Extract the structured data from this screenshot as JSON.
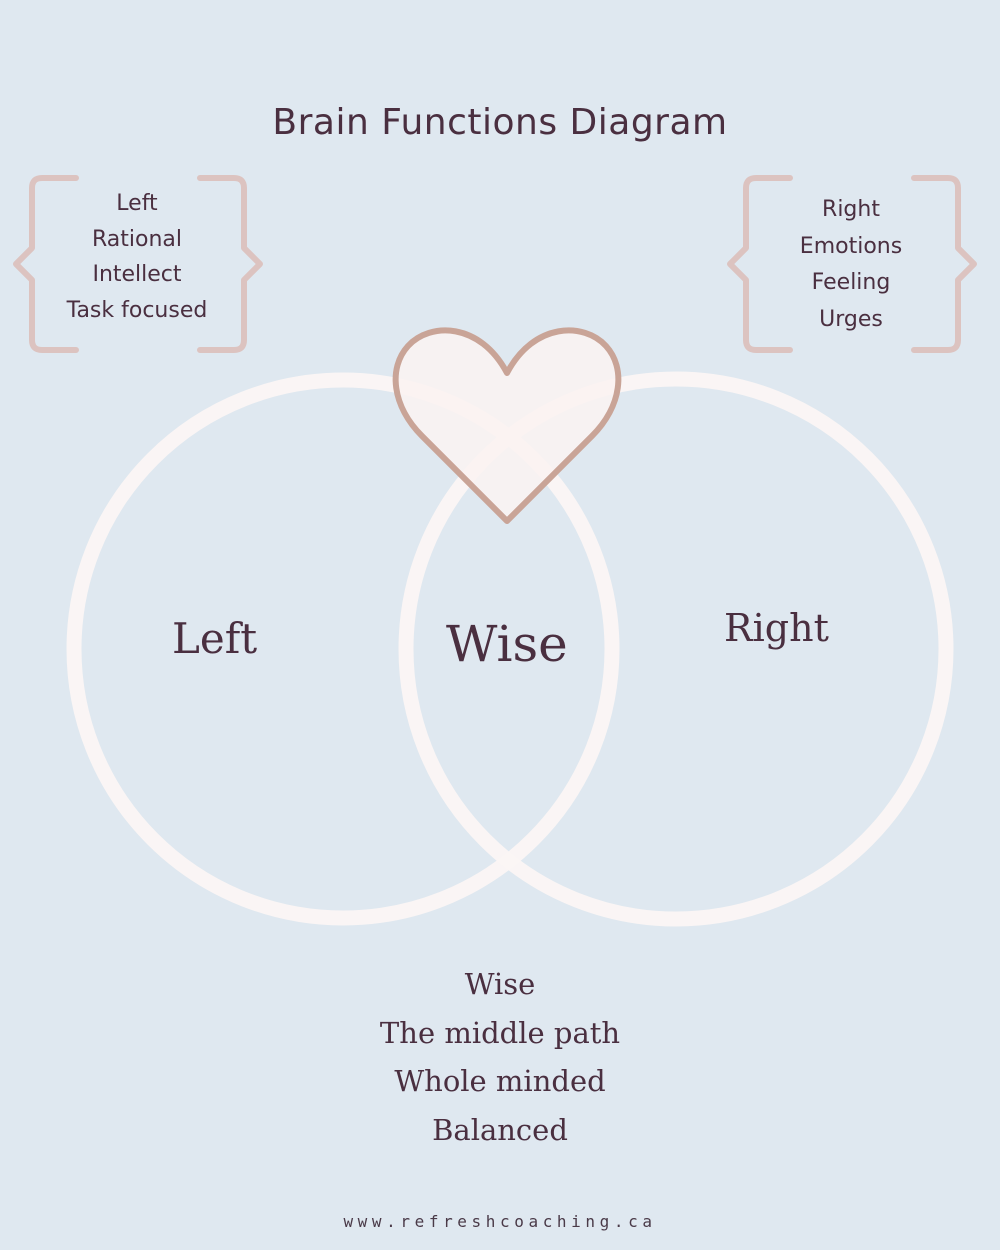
{
  "title": "Brain Functions Diagram",
  "left_list": {
    "items": [
      "Left",
      "Rational",
      "Intellect",
      "Task focused"
    ]
  },
  "right_list": {
    "items": [
      "Right",
      "Emotions",
      "Feeling",
      "Urges"
    ]
  },
  "venn": {
    "left_label": "Left",
    "center_label": "Wise",
    "right_label": "Right"
  },
  "summary": {
    "lines": [
      "Wise",
      "The middle path",
      "Whole minded",
      "Balanced"
    ]
  },
  "footer": {
    "url": "www.refreshcoaching.ca"
  },
  "colors": {
    "background": "#dfe8f0",
    "text": "#4a2f40",
    "circle_stroke": "#fbf6f4",
    "bracket_stroke": "#dcc3c0",
    "heart_fill": "#faf3f1",
    "heart_stroke": "#c9a497"
  },
  "icons": {
    "heart": "heart-icon",
    "brackets": "curly-brace-icon"
  }
}
